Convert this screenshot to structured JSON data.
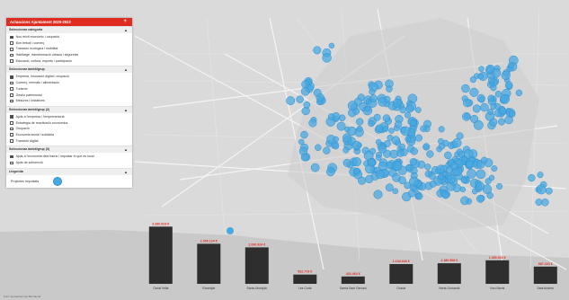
{
  "panel": {
    "title": "Actuacions Ajuntament 2020-2022",
    "plus_icon": "+",
    "sections": [
      {
        "title": "Seleccionar categoria",
        "options": [
          {
            "label": "Nou teixit econòmic i ocupació",
            "checked": true
          },
          {
            "label": "Bon treball i comerç",
            "checked": false
          },
          {
            "label": "Transició ecològica i mobilitat",
            "checked": false
          },
          {
            "label": "Habitatge, transformació urbana i seguretat",
            "checked": false
          },
          {
            "label": "Educació, cultura, esports i participació",
            "checked": false
          }
        ]
      },
      {
        "title": "Seleccionar àmbit/grup",
        "options": [
          {
            "label": "Empresa, innovació digital i ocupació",
            "checked": true
          },
          {
            "label": "Comerç, mercats i alimentació",
            "checked": false
          },
          {
            "label": "Turisme",
            "checked": false
          },
          {
            "label": "Gestió patrimonial",
            "checked": false
          },
          {
            "label": "Mesures i iniciatives",
            "checked": false
          }
        ]
      },
      {
        "title": "Seleccionar àmbit/grup (2)",
        "options": [
          {
            "label": "Ajuts a l'empresa i l'emprenedoria",
            "checked": true
          },
          {
            "label": "Estratègia de reactivació econòmica",
            "checked": false
          },
          {
            "label": "Ocupació",
            "checked": false
          },
          {
            "label": "Economia social i solidària",
            "checked": false
          },
          {
            "label": "Transició digital",
            "checked": false
          }
        ]
      },
      {
        "title": "Seleccionar àmbit/grup (3)",
        "options": [
          {
            "label": "Ajuts a l'economia dels barris i impulsar el que és local",
            "checked": true
          },
          {
            "label": "Ajuts de subvenció",
            "checked": false
          }
        ]
      }
    ],
    "legend": {
      "title": "Llegenda",
      "item_label": "Projectes impulsats",
      "color": "#4aa8e0"
    }
  },
  "chart_data": {
    "type": "bar",
    "categories": [
      "Ciutat Vella",
      "Eixample",
      "Sants-Montjuïc",
      "Les Corts",
      "Sarrià-Sant Gervasi",
      "Gràcia",
      "Horta-Guinardó",
      "Nou Barris",
      "Sant Andreu"
    ],
    "values": [
      3280923,
      2300124,
      2090924,
      532773,
      422464,
      1134040,
      1180968,
      1350033,
      987223
    ],
    "value_labels": [
      "3.280.923 €",
      "2.300.124 €",
      "2.090.924 €",
      "532.773 €",
      "422.464 €",
      "1.134.040 €",
      "1.180.968 €",
      "1.350.033 €",
      "987.223 €"
    ],
    "bar_color": "#2e2e2e",
    "label_color": "#e02b20",
    "ylim": [
      0,
      3400000
    ]
  },
  "footer": "Font: Ajuntament de Barcelona"
}
